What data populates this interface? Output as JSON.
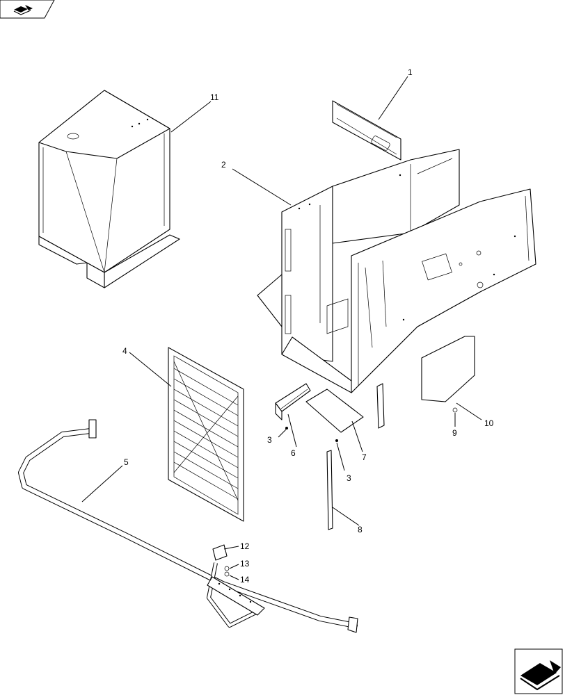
{
  "nav": {
    "prev_icon": "book-arrow-back-icon",
    "next_icon": "book-arrow-forward-icon"
  },
  "callouts": {
    "c1": "1",
    "c2": "2",
    "c3a": "3",
    "c3b": "3",
    "c4": "4",
    "c5": "5",
    "c6": "6",
    "c7": "7",
    "c8": "8",
    "c9": "9",
    "c10": "10",
    "c11": "11",
    "c12": "12",
    "c13": "13",
    "c14": "14"
  }
}
